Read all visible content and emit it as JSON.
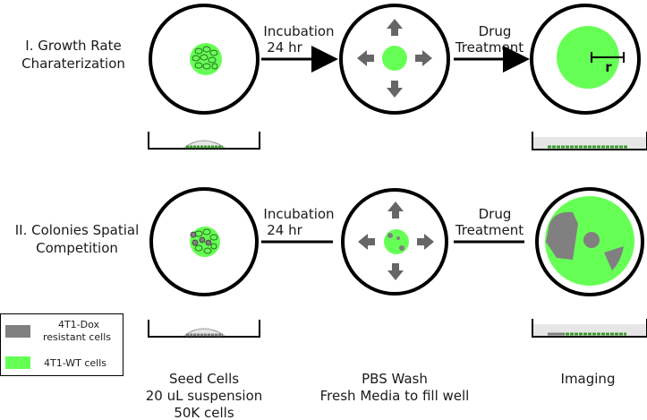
{
  "rows": [
    {
      "title_line1": "I. Growth Rate",
      "title_line2": "Charaterization",
      "step1_line1": "Incubation",
      "step1_line2": "24 hr",
      "step2_line1": "Drug",
      "step2_line2": "Treatment",
      "radius_label": "r"
    },
    {
      "title_line1": "II. Colonies Spatial",
      "title_line2": "Competition",
      "step1_line1": "Incubation",
      "step1_line2": "24 hr",
      "step2_line1": "Drug",
      "step2_line2": "Treatment"
    }
  ],
  "legend": {
    "dox_line1": "4T1-Dox",
    "dox_line2": "resistant cells",
    "wt": "4T1-WT cells",
    "colors": {
      "dox": "#808080",
      "wt": "#66ff55"
    }
  },
  "footer": {
    "seed_line1": "Seed Cells",
    "seed_line2": "20 uL suspension",
    "seed_line3": "50K cells",
    "wash_line1": "PBS Wash",
    "wash_line2": "Fresh Media to fill well",
    "imaging": "Imaging"
  }
}
